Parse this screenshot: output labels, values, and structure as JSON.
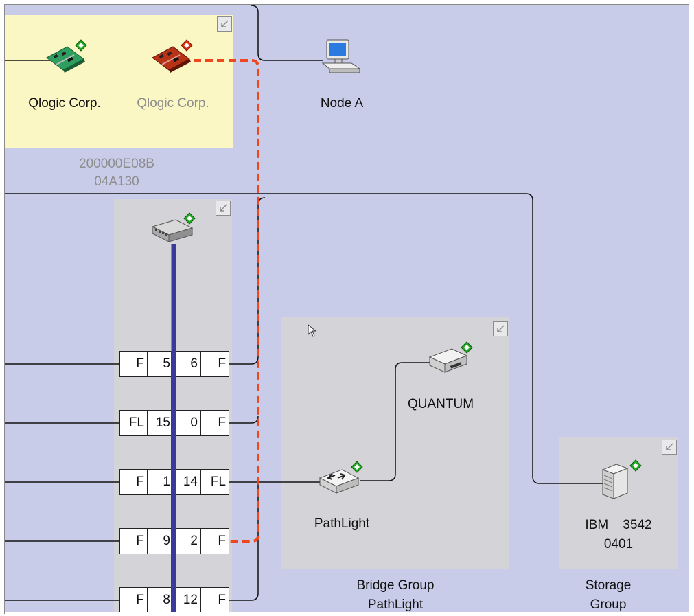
{
  "host_group": {
    "adapters": [
      {
        "label": "Qlogic Corp.",
        "status": "active"
      },
      {
        "label": "Qlogic Corp.",
        "status": "inactive"
      }
    ],
    "wwn_line1": "200000E08B",
    "wwn_line2": "04A130"
  },
  "node": {
    "label": "Node A"
  },
  "switch": {
    "ports": [
      {
        "left_type": "F",
        "left_num": "5",
        "right_num": "6",
        "right_type": "F"
      },
      {
        "left_type": "FL",
        "left_num": "15",
        "right_num": "0",
        "right_type": "F"
      },
      {
        "left_type": "F",
        "left_num": "1",
        "right_num": "14",
        "right_type": "FL"
      },
      {
        "left_type": "F",
        "left_num": "9",
        "right_num": "2",
        "right_type": "F"
      },
      {
        "left_type": "F",
        "left_num": "8",
        "right_num": "12",
        "right_type": "F"
      }
    ]
  },
  "bridge_group": {
    "bridge_label": "PathLight",
    "tape_label": "QUANTUM",
    "caption_line1": "Bridge Group",
    "caption_line2": "PathLight"
  },
  "storage_group": {
    "device_line1": "IBM    3542",
    "device_line2": "0401",
    "caption_line1": "Storage",
    "caption_line2": "Group"
  },
  "colors": {
    "canvas": "#c8cce8",
    "host_group_bg": "#fbf7c4",
    "group_bg": "#d4d4d8",
    "trunk": "#3a3a9a",
    "failed_link": "#f0461e",
    "status_ok": "#22aa22",
    "status_failed": "#e03010"
  },
  "icons": {
    "collapse": "collapse-arrow-icon",
    "adapter": "hba-card-icon",
    "node": "computer-icon",
    "switch": "fc-switch-icon",
    "bridge": "bridge-icon",
    "tape": "tape-drive-icon",
    "storage": "storage-tower-icon"
  }
}
